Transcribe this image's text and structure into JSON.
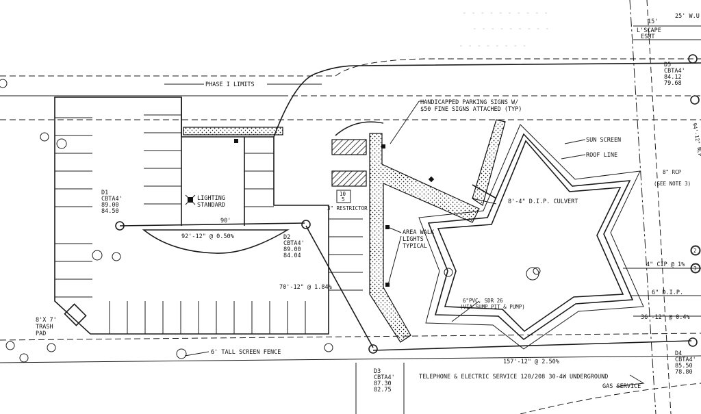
{
  "labels": {
    "phase_limits": "PHASE I LIMITS",
    "handicap_signs_1": "HANDICAPPED PARKING SIGNS W/",
    "handicap_signs_2": "$50 FINE SIGNS ATTACHED (TYP)",
    "sun_screen": "SUN SCREEN",
    "roof_line": "ROOF LINE",
    "lighting_std_1": "LIGHTING",
    "lighting_std_2": "STANDARD",
    "restricted": "3\" RESTRICTOR",
    "area_walk_1": "AREA WALK",
    "area_walk_2": "LIGHTS",
    "area_walk_3": "TYPICAL",
    "culvert": "8'-4\" D.I.P. CULVERT",
    "pvc_1": "6\"PVC, SDR 26",
    "pvc_2": "(VIA SUMP PIT & PUMP)",
    "pipe_92": "92'-12\" @ 0.50%",
    "dim_90": "90'",
    "pipe_70": "70'-12\" @ 1.84%",
    "pipe_157": "157'-12\" @ 2.50%",
    "pipe_36": "36'-12\" @ 0.4%",
    "cip": "4\" CIP @ 1%",
    "dip": "6\" D.I.P.",
    "fence": "6' TALL SCREEN FENCE",
    "trash_1": "8'X 7'",
    "trash_2": "TRASH",
    "trash_3": "PAD",
    "telephone": "TELEPHONE & ELECTRIC SERVICE 120/208 30-4W UNDERGROUND",
    "gas": "GAS SERVICE",
    "landscape_esmt_1": "L'SCAPE",
    "landscape_esmt_2": "ESMT",
    "dim_15": "15'",
    "dim_25": "25' W.U",
    "rcp": "8\" RCP",
    "see_note": "(SEE NOTE 3)",
    "pipe_94": "94'-12\" RCP",
    "flow_box": "10",
    "flow_box_sub": "5"
  },
  "structures": {
    "d1": {
      "id": "D1",
      "type": "CBTA4'",
      "rim": "89.00",
      "inv": "84.50"
    },
    "d2": {
      "id": "D2",
      "type": "CBTA4'",
      "rim": "89.00",
      "inv": "84.04"
    },
    "d3": {
      "id": "D3",
      "type": "CBTA4'",
      "rim": "87.30",
      "inv": "82.75"
    },
    "d4": {
      "id": "D4",
      "type": "CBTA4'",
      "rim": "85.50",
      "inv": "78.80"
    },
    "d5": {
      "id": "D5",
      "type": "CBTA4'",
      "rim": "84.12",
      "inv": "79.68"
    }
  },
  "markers": {
    "circle_2": "2",
    "circle_3": "3"
  },
  "colors": {
    "ink": "#1a1a1a",
    "paper": "#ffffff"
  }
}
